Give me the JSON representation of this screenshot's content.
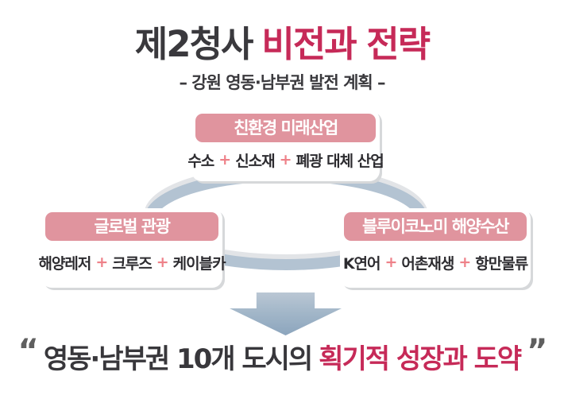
{
  "title": {
    "dark": "제2청사",
    "red": "비전과 전략"
  },
  "subtitle": "– 강원 영동·남부권 발전 계획 –",
  "diagram": {
    "item_separator": "+",
    "cards": {
      "top": {
        "header": "친환경 미래산업",
        "items": [
          "수소",
          "신소재",
          "폐광 대체 산업"
        ]
      },
      "left": {
        "header": "글로벌 관광",
        "items": [
          "해양레저",
          "크루즈",
          "케이블카"
        ]
      },
      "right": {
        "header": "블루이코노미 해양수산",
        "items": [
          "K연어",
          "어촌재생",
          "항만물류"
        ]
      }
    }
  },
  "quote": {
    "open": "“",
    "dark": "영동·남부권 10개 도시의",
    "red": "획기적 성장과 도약",
    "close": "”"
  },
  "colors": {
    "text_dark": "#3a393d",
    "accent_red": "#c62a58",
    "header_pink": "#e0949e",
    "plus_pink": "#ee8189",
    "ring_blue": "#b3c3d2",
    "ring_gray": "#e2e4e7",
    "arrow_gradient_top": "#bac7d4",
    "arrow_gradient_bottom": "#8ca5bd",
    "quote_mark_gray": "#5f5f5f",
    "card_shadow": "#d6d8da"
  }
}
